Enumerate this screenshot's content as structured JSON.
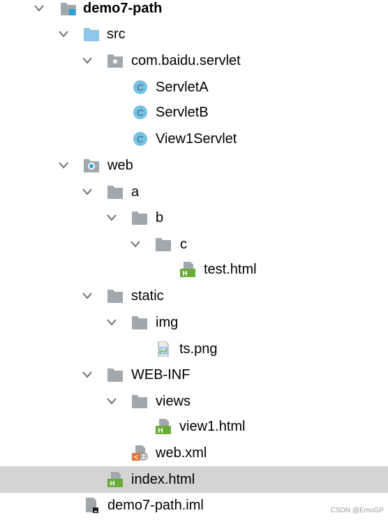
{
  "tree": {
    "root": {
      "label": "demo7-path"
    },
    "src": {
      "label": "src"
    },
    "package": {
      "label": "com.baidu.servlet"
    },
    "servlet_a": {
      "label": "ServletA",
      "icon_letter": "C"
    },
    "servlet_b": {
      "label": "ServletB",
      "icon_letter": "C"
    },
    "view1_servlet": {
      "label": "View1Servlet",
      "icon_letter": "C"
    },
    "web": {
      "label": "web"
    },
    "folder_a": {
      "label": "a"
    },
    "folder_b": {
      "label": "b"
    },
    "folder_c": {
      "label": "c"
    },
    "test_html": {
      "label": "test.html",
      "icon_letter": "H"
    },
    "static": {
      "label": "static"
    },
    "img": {
      "label": "img"
    },
    "ts_png": {
      "label": "ts.png"
    },
    "web_inf": {
      "label": "WEB-INF"
    },
    "views": {
      "label": "views"
    },
    "view1_html": {
      "label": "view1.html",
      "icon_letter": "H"
    },
    "web_xml": {
      "label": "web.xml",
      "icon_letter": "<"
    },
    "index_html": {
      "label": "index.html",
      "icon_letter": "H",
      "selected": true
    },
    "iml": {
      "label": "demo7-path.iml"
    }
  },
  "watermark": "CSDN @EmoGP",
  "colors": {
    "selection": "#d4d4d4",
    "folder": "#a0a7ad",
    "source_folder": "#8cc6e8",
    "class_icon": "#78c2e2",
    "html_badge": "#6aab3a",
    "xml_badge": "#e0763b",
    "chevron": "#6e6e6e"
  },
  "icons": {
    "expanded": "chevron-down-icon",
    "folder": "folder-icon",
    "source": "source-folder-icon",
    "package": "package-icon",
    "web": "web-folder-icon",
    "class": "class-icon",
    "html": "html-file-icon",
    "image": "image-file-icon",
    "xml": "xml-file-icon",
    "module": "module-file-icon"
  }
}
